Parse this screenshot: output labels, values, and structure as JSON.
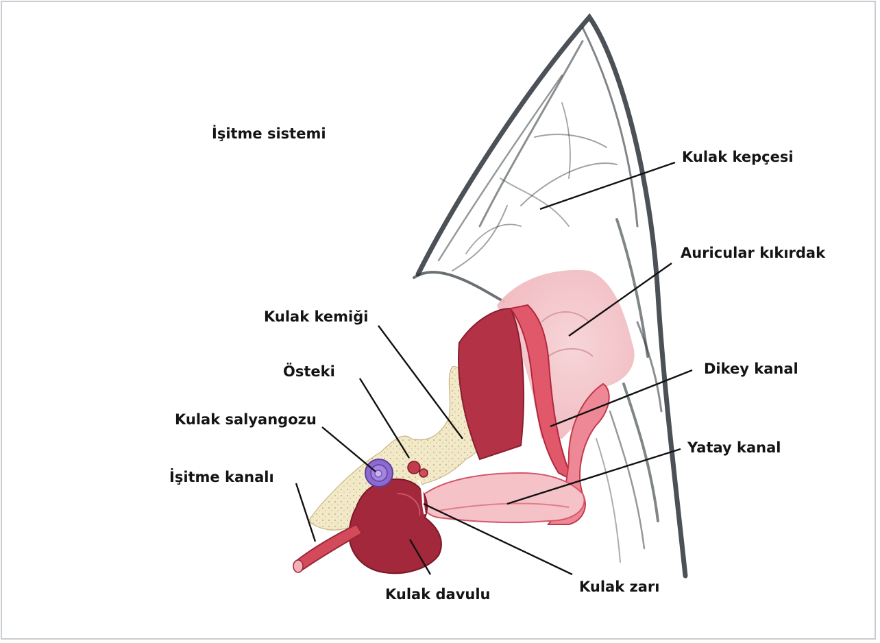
{
  "title": "İşitme sistemi",
  "labels": {
    "kulak_kepcesi": "Kulak kepçesi",
    "auricular_kikirdak": "Auricular kıkırdak",
    "kulak_kemigi": "Kulak kemiği",
    "dikey_kanal": "Dikey kanal",
    "osteki": "Östeki",
    "kulak_salyangozu": "Kulak salyangozu",
    "yatay_kanal": "Yatay kanal",
    "isitme_kanali": "İşitme kanalı",
    "kulak_zari": "Kulak zarı",
    "kulak_davulu": "Kulak davulu"
  },
  "colors": {
    "ink": "#2b3338",
    "cartilage": "#f3c6cb",
    "muscle": "#c23a4c",
    "canal": "#e8707c",
    "bone": "#f1e8c6",
    "bulla": "#a3283c",
    "cochlea": "#8c6ad0"
  }
}
